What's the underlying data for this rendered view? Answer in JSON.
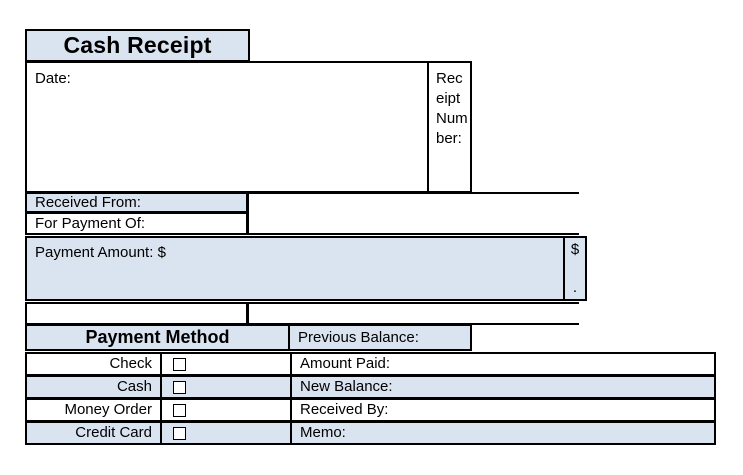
{
  "form": {
    "title": "Cash Receipt",
    "date_label": "Date:",
    "receipt_number_label": "Receipt Number:",
    "received_from_label": "Received From:",
    "for_payment_of_label": "For Payment Of:",
    "payment_amount_label": "Payment Amount: $",
    "amount_currency_symbol": "$",
    "amount_decimal_point": ".",
    "payment_method_header": "Payment Method",
    "previous_balance_label": "Previous Balance:",
    "payment_methods": [
      {
        "label": "Check",
        "checked": false
      },
      {
        "label": "Cash",
        "checked": false
      },
      {
        "label": "Money Order",
        "checked": false
      },
      {
        "label": "Credit Card",
        "checked": false
      }
    ],
    "right_fields": [
      {
        "label": "Amount Paid:",
        "value": ""
      },
      {
        "label": "New Balance:",
        "value": ""
      },
      {
        "label": "Received By:",
        "value": ""
      },
      {
        "label": "Memo:",
        "value": ""
      }
    ],
    "values": {
      "date": "",
      "receipt_number": "",
      "received_from": "",
      "for_payment_of": "",
      "payment_amount": "",
      "previous_balance": ""
    },
    "colors": {
      "fill_blue": "#dae3f0",
      "fill_white": "#ffffff",
      "border": "#000000",
      "text": "#000000"
    }
  }
}
